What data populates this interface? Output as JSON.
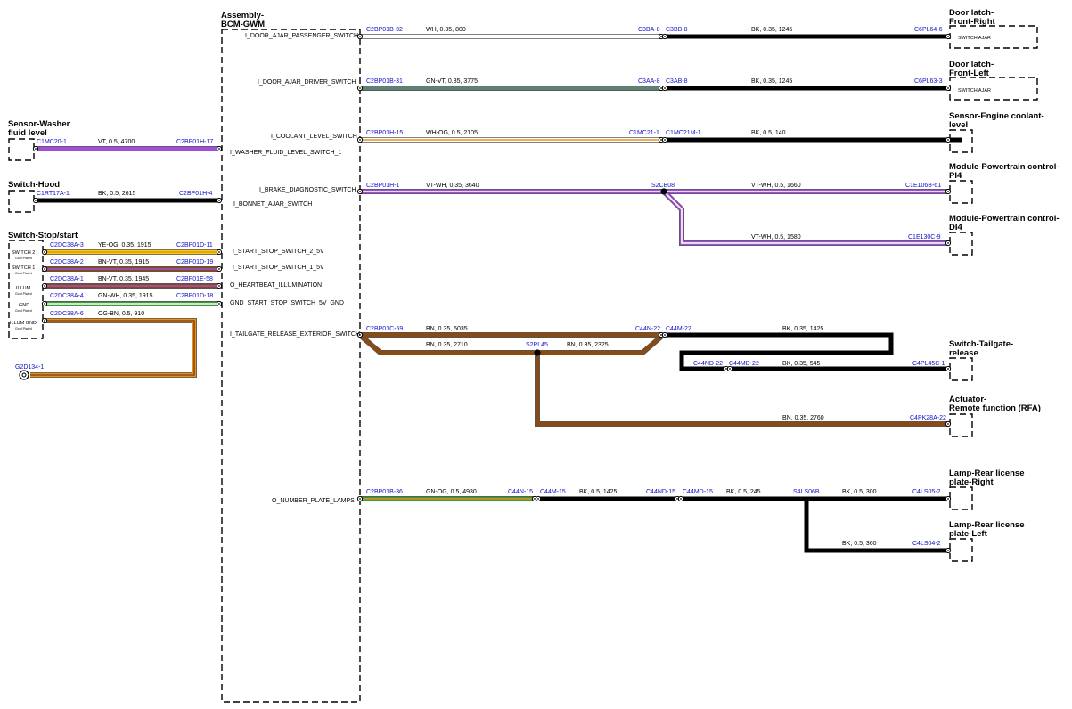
{
  "assembly": {
    "title_line1": "Assembly-",
    "title_line2": "BCM-GWM"
  },
  "left_components": {
    "washer": {
      "line1": "Sensor-Washer",
      "line2": "fluid level"
    },
    "hood": {
      "line1": "Switch-Hood"
    },
    "stopstart": {
      "line1": "Switch-Stop/start"
    }
  },
  "right_components": {
    "door_fr": {
      "line1": "Door latch-",
      "line2": "Front-Right",
      "inner": "SWITCH AJAR"
    },
    "door_fl": {
      "line1": "Door latch-",
      "line2": "Front-Left",
      "inner": "SWITCH AJAR"
    },
    "coolant": {
      "line1": "Sensor-Engine coolant-",
      "line2": "level"
    },
    "pcm_pi4": {
      "line1": "Module-Powertrain control-",
      "line2": "PI4"
    },
    "pcm_di4": {
      "line1": "Module-Powertrain control-",
      "line2": "DI4"
    },
    "tailgate": {
      "line1": "Switch-Tailgate-",
      "line2": "release"
    },
    "rfa": {
      "line1": "Actuator-",
      "line2": "Remote function (RFA)"
    },
    "lamp_rr": {
      "line1": "Lamp-Rear license",
      "line2": "plate-Right"
    },
    "lamp_rl": {
      "line1": "Lamp-Rear license",
      "line2": "plate-Left"
    }
  },
  "switch_pins": [
    {
      "label": "SWITCH 2",
      "sub": "Gold Plated"
    },
    {
      "label": "SWITCH 1",
      "sub": "Gold Plated"
    },
    {
      "label": "ILLUM",
      "sub": "Gold Plated"
    },
    {
      "label": "GND",
      "sub": "Gold Plated"
    },
    {
      "label": "ILLUM GND",
      "sub": "Gold Plated"
    }
  ],
  "signals": {
    "door_pass": "I_DOOR_AJAR_PASSENGER_SWITCH",
    "door_drv": "I_DOOR_AJAR_DRIVER_SWITCH",
    "coolant": "I_COOLANT_LEVEL_SWITCH",
    "washer": "I_WASHER_FLUID_LEVEL_SWITCH_1",
    "brake": "I_BRAKE_DIAGNOSTIC_SWITCH",
    "bonnet": "I_BONNET_AJAR_SWITCH",
    "ss2": "I_START_STOP_SWITCH_2_5V",
    "ss1": "I_START_STOP_SWITCH_1_5V",
    "heartbeat": "O_HEARTBEAT_ILLUMINATION",
    "gnd": "GND_START_STOP_SWITCH_5V_GND",
    "tailgate": "I_TAILGATE_RELEASE_EXTERIOR_SWITCH",
    "plate": "O_NUMBER_PLATE_LAMPS"
  },
  "connectors": {
    "door_pass_a": "C2BP01B-32",
    "door_pass_b": "C3BA-8",
    "door_pass_c": "C3BB-8",
    "door_pass_d": "C6PL64-6",
    "door_drv_a": "C2BP01B-31",
    "door_drv_b": "C3AA-8",
    "door_drv_c": "C3AB-8",
    "door_drv_d": "C6PL63-3",
    "cool_a": "C2BP01H-15",
    "cool_b": "C1MC21-1",
    "cool_c": "C1MC21M-1",
    "brake_a": "C2BP01H-1",
    "brake_splice": "S2CB08",
    "brake_pi4": "C1E106B-61",
    "brake_di4": "C1E130C-9",
    "wash_a": "C1MC20-1",
    "wash_b": "C2BP01H-17",
    "hood_a": "C1RT17A-1",
    "hood_b": "C2BP01H-4",
    "ss_a1": "C2DC38A-3",
    "ss_b1": "C2BP01D-11",
    "ss_a2": "C2DC38A-2",
    "ss_b2": "C2BP01D-19",
    "ss_a3": "C2DC38A-1",
    "ss_b3": "C2BP01E-58",
    "ss_a4": "C2DC38A-4",
    "ss_b4": "C2BP01D-18",
    "ss_a5": "C2DC38A-6",
    "ground": "G2D134-1",
    "tg_a": "C2BP01C-59",
    "tg_b": "C44N-22",
    "tg_c": "C44M-22",
    "tg_d": "C44ND-22",
    "tg_e": "C44MD-22",
    "tg_f": "C4PL45C-1",
    "tg_splice": "S2PL45",
    "tg_rfa": "C4PK28A-22",
    "pl_a": "C2BP01B-36",
    "pl_b": "C44N-15",
    "pl_c": "C44M-15",
    "pl_d": "C44ND-15",
    "pl_e": "C44MD-15",
    "pl_splice": "S4LS06B",
    "pl_r": "C4LS05-2",
    "pl_l": "C4LS04-2"
  },
  "wires": {
    "door_pass_1": "WH,  0.35,  800",
    "door_pass_2": "BK,  0.35,  1245",
    "door_drv_1": "GN-VT,  0.35,  3775",
    "door_drv_2": "BK,  0.35,  1245",
    "cool_1": "WH-OG,  0.5,  2105",
    "cool_2": "BK,  0.5,  140",
    "brake_1": "VT-WH,  0.35,  3640",
    "brake_2": "VT-WH,  0.5,  1660",
    "brake_3": "VT-WH,  0.5,  1580",
    "wash": "VT,  0.5,  4700",
    "hood": "BK,  0.5,  2615",
    "ss_1": "YE-OG,  0.35,  1915",
    "ss_2": "BN-VT,  0.35,  1915",
    "ss_3": "BN-VT,  0.35,  1945",
    "ss_4": "GN-WH,  0.35,  1915",
    "ss_5": "OG-BN,  0.5,  910",
    "tg_1": "BN,  0.35,  5035",
    "tg_2": "BK,  0.35,  1425",
    "tg_3": "BN,  0.35,  2710",
    "tg_4": "BN,  0.35,  2325",
    "tg_5": "BK,  0.35,  545",
    "tg_6": "BN,  0.35,  2760",
    "pl_1": "GN-OG,  0.5,  4930",
    "pl_2": "BK,  0.5,  1425",
    "pl_3": "BK,  0.5,  245",
    "pl_4": "BK,  0.5,  300",
    "pl_5": "BK,  0.5,  360"
  },
  "wire_colors": {
    "BK": "#000000",
    "WH": "#ffffff",
    "VT": "#a050d8",
    "GN": "#3a9a3a",
    "OG": "#e8901c",
    "YE": "#f0d010",
    "BN": "#8a4a14",
    "border": "#555555"
  }
}
